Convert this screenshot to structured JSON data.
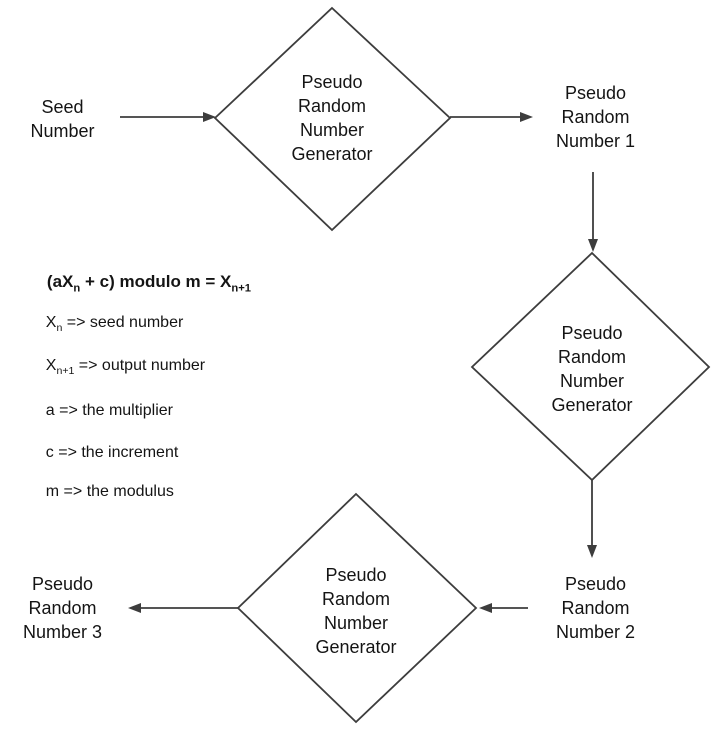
{
  "colors": {
    "line": "#3d3d3d",
    "text": "#141414",
    "background": "#ffffff"
  },
  "nodes": {
    "seed": "Seed\nNumber",
    "prng1": "Pseudo\nRandom\nNumber\nGenerator",
    "output1": "Pseudo\nRandom\nNumber 1",
    "prng2": "Pseudo\nRandom\nNumber\nGenerator",
    "output2": "Pseudo\nRandom\nNumber 2",
    "prng3": "Pseudo\nRandom\nNumber\nGenerator",
    "output3": "Pseudo\nRandom\nNumber 3"
  },
  "formula": {
    "p1": "(aX",
    "sub1": "n",
    "p2": " + c) modulo m = X",
    "sub2": "n+1"
  },
  "definitions": [
    {
      "sym": "X",
      "sub": "n",
      "rest": " => seed number"
    },
    {
      "sym": "X",
      "sub": "n+1",
      "rest": " => output number"
    },
    {
      "sym": "a",
      "sub": "",
      "rest": " => the multiplier"
    },
    {
      "sym": "c",
      "sub": "",
      "rest": " => the increment"
    },
    {
      "sym": "m",
      "sub": "",
      "rest": " => the modulus"
    }
  ]
}
